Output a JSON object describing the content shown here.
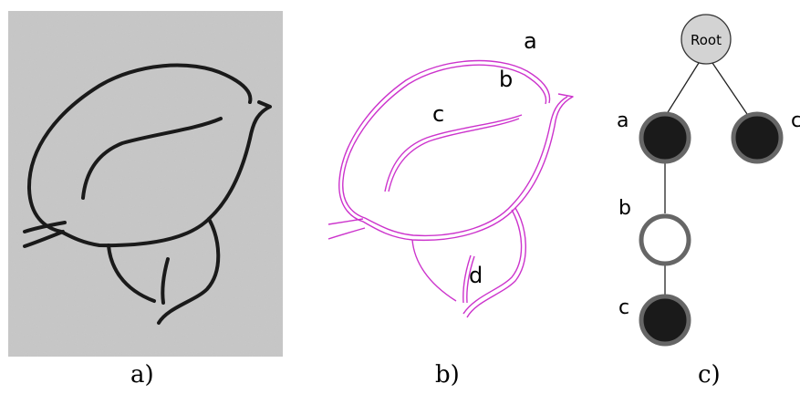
{
  "captions": {
    "a": "a)",
    "b": "b)",
    "c": "c)"
  },
  "contour_labels": {
    "a": "a",
    "b": "b",
    "c": "c",
    "d": "d"
  },
  "tree": {
    "root_label": "Root",
    "node_labels": {
      "a": "a",
      "b": "b",
      "c": "c",
      "c_top": "c"
    }
  },
  "colors": {
    "contour": "#cc33cc",
    "ink": "#1a1a1a",
    "root_fill": "#d3d3d3",
    "filled_node": "#1a1a1a",
    "node_stroke": "#666666",
    "paper": "#bdbdbd"
  }
}
